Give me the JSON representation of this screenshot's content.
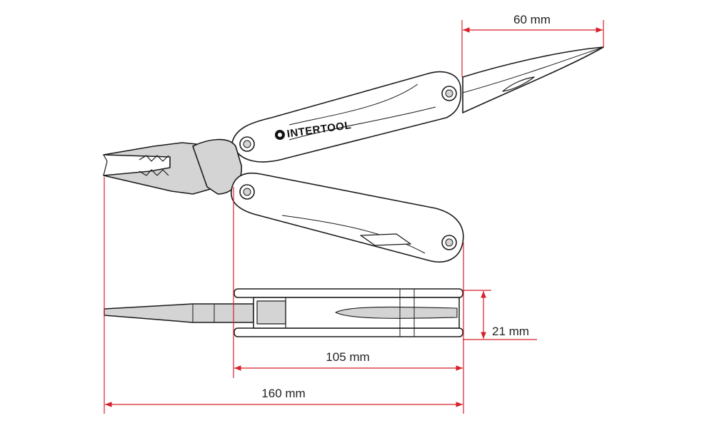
{
  "brand": {
    "name": "INTERTOOL"
  },
  "dimensions": {
    "blade_length": "60 mm",
    "thickness": "21 mm",
    "closed_length": "105 mm",
    "open_length": "160 mm"
  },
  "colors": {
    "dimension_line": "#d81f2a",
    "outline": "#1a1a1a",
    "steel": "#d4d4d4",
    "handle": "#ffffff"
  }
}
